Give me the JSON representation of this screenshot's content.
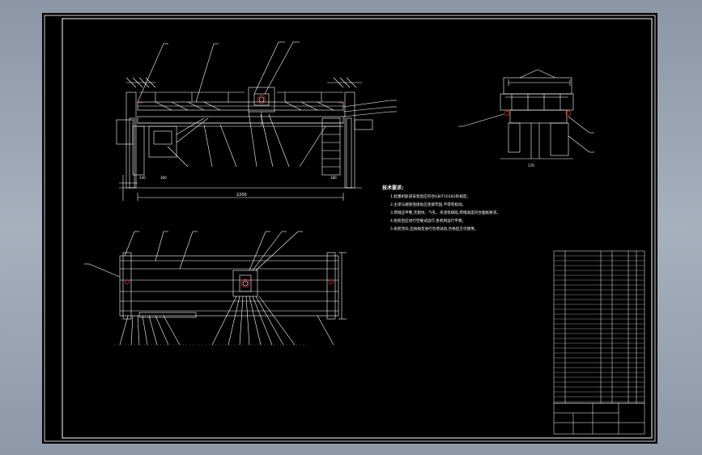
{
  "drawing": {
    "line_color": "#ffffff",
    "accent_color": "#ff2a2a",
    "background": "#000000"
  },
  "technical_requirements": {
    "title": "技术要求:",
    "lines": [
      "1.起重机轨道安装后应符合GB/T10183的规定。",
      "2.主梁与端梁连接处应连接牢固,不得有松动。",
      "3.焊缝应平整,无裂纹、气孔、夹渣等缺陷,焊缝高度符合图纸要求。",
      "4.组装后应进行空载试运行,各机构运行平稳。",
      "5.组装完毕,应按规定进行负荷试验,合格后方可使用。"
    ]
  },
  "dimensions": {
    "span": "2200",
    "left_offset": "140",
    "left_offset_2": "300",
    "right_offset": "180",
    "side_width": "170"
  }
}
